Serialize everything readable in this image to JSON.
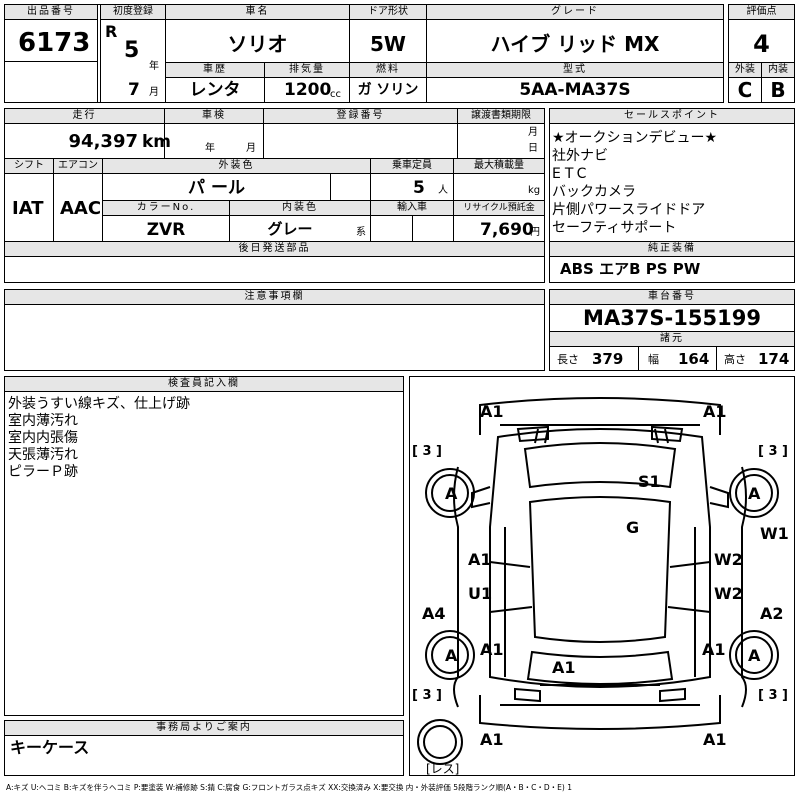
{
  "lot": {
    "label": "出品番号",
    "value": "6173"
  },
  "first_reg": {
    "label": "初度登録",
    "era": "R",
    "year": "5",
    "year_unit": "年",
    "month": "7",
    "month_unit": "月"
  },
  "car_name": {
    "label": "車名",
    "value": "ソリオ"
  },
  "door": {
    "label": "ドア形状",
    "value": "5W"
  },
  "grade": {
    "label": "グレード",
    "value": "ハイブ リッド MX"
  },
  "score": {
    "label": "評価点",
    "value": "4",
    "exterior_label": "外装",
    "interior_label": "内装",
    "exterior": "C",
    "interior": "B"
  },
  "history": {
    "label": "車歴",
    "value": "レンタ"
  },
  "displacement": {
    "label": "排気量",
    "value": "1200",
    "unit": "cc"
  },
  "fuel": {
    "label": "燃料",
    "value": "ガ ソリン"
  },
  "model": {
    "label": "型式",
    "value": "5AA-MA37S"
  },
  "mileage": {
    "label": "走行",
    "value": "94,397",
    "unit": "km"
  },
  "inspection": {
    "label": "車検",
    "year_unit": "年",
    "month_unit": "月"
  },
  "registration": {
    "label": "登録番号"
  },
  "transfer": {
    "label": "譲渡書類期限",
    "month_unit": "月",
    "day_unit": "日"
  },
  "shift": {
    "label": "シフト",
    "value": "IAT"
  },
  "ac": {
    "label": "エアコン",
    "value": "AAC"
  },
  "ext_color": {
    "label": "外装色",
    "value": "パ ール"
  },
  "capacity": {
    "label": "乗車定員",
    "value": "5",
    "unit": "人"
  },
  "max_load": {
    "label": "最大積載量",
    "unit": "kg"
  },
  "color_no": {
    "label": "カラーNo.",
    "value": "ZVR"
  },
  "int_color": {
    "label": "内装色",
    "value": "グレー",
    "unit": "系"
  },
  "import": {
    "label": "輸入車"
  },
  "recycle": {
    "label": "リサイクル預託金",
    "value": "7,690",
    "unit": "円"
  },
  "later_parts": {
    "label": "後日発送部品"
  },
  "notes": {
    "label": "注意事項欄"
  },
  "sales_points": {
    "label": "セールスポイント",
    "items": [
      "★オークションデビュー★",
      "社外ナビ",
      "ETC",
      "バックカメラ",
      "片側パワースライドドア",
      "セーフティサポート"
    ]
  },
  "equipment": {
    "label": "純正装備",
    "value": "ABS エアB PS PW"
  },
  "chassis": {
    "label": "車台番号",
    "value": "MA37S-155199"
  },
  "specs": {
    "label": "諸元",
    "length_label": "長さ",
    "length": "379",
    "width_label": "幅",
    "width": "164",
    "height_label": "高さ",
    "height": "174"
  },
  "inspector": {
    "label": "検査員記入欄",
    "lines": [
      "外装うすい線キズ、仕上げ跡",
      "室内薄汚れ",
      "室内内張傷",
      "天張薄汚れ",
      "ピラーＰ跡"
    ]
  },
  "office": {
    "label": "事務局よりご案内",
    "value": "キーケース"
  },
  "diagram": {
    "labels": [
      "A1",
      "A1",
      "[ 3 ]",
      "[ 3 ]",
      "A",
      "A",
      "S1",
      "W1",
      "G",
      "A1",
      "W2",
      "U1",
      "W2",
      "A4",
      "A2",
      "A",
      "A1",
      "A1",
      "A",
      "A1",
      "[ 3 ]",
      "[ 3 ]",
      "A1",
      "A1"
    ],
    "spare_tire_label": "[レス]"
  },
  "legend": "A:キズ U:ヘコミ B:キズを伴うヘコミ P:要塗装 W:補修跡 S:錆 C:腐食 G:フロントガラス点キズ XX:交換済み X:要交換 内・外装評価 5段階ランク順(A・B・C・D・E) 1"
}
